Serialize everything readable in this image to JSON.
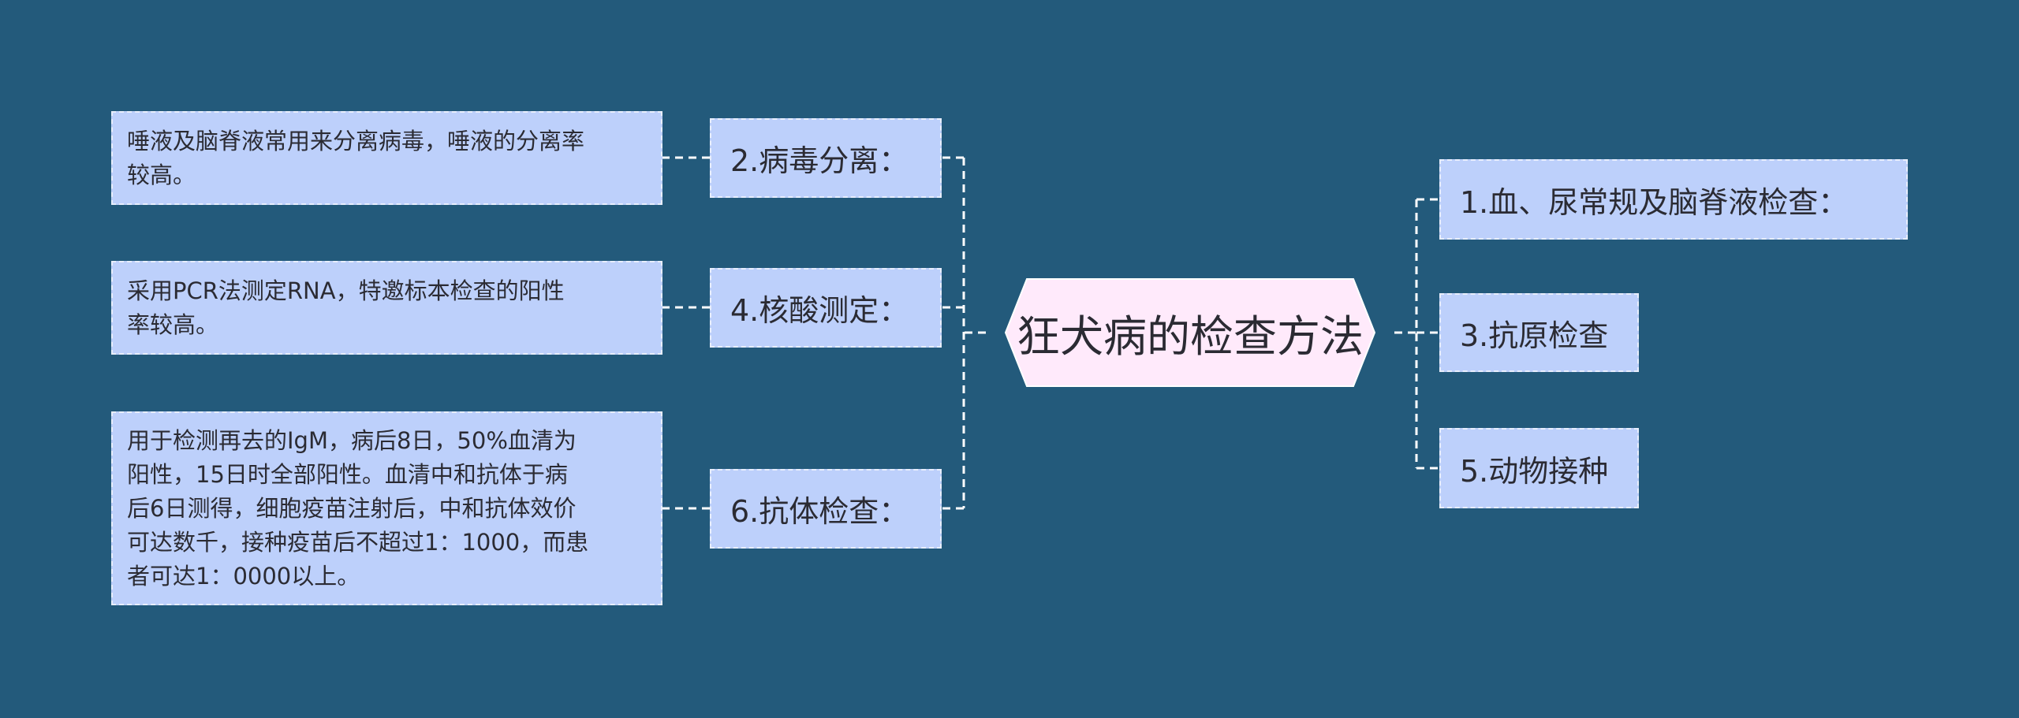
{
  "root": {
    "label": "狂犬病的检查方法"
  },
  "right_branches": [
    {
      "label": "1.血、尿常规及脑脊液检查："
    },
    {
      "label": "3.抗原检查"
    },
    {
      "label": "5.动物接种"
    }
  ],
  "left_branches": [
    {
      "label": "2.病毒分离：",
      "detail": [
        "唾液及脑脊液常用来分离病毒，唾液的分离率",
        "较高。"
      ]
    },
    {
      "label": "4.核酸测定：",
      "detail": [
        "采用PCR法测定RNA，特邀标本检查的阳性",
        "率较高。"
      ]
    },
    {
      "label": "6.抗体检查：",
      "detail": [
        "用于检测再去的IgM，病后8日，50%血清为",
        "阳性，15日时全部阳性。血清中和抗体于病",
        "后6日测得，细胞疫苗注射后，中和抗体效价",
        "可达数千，接种疫苗后不超过1：1000，而患",
        "者可达1：0000以上。"
      ]
    }
  ],
  "colors": {
    "background": "#235a7b",
    "node_fill": "#bdd0fb",
    "root_fill": "#ffeafb",
    "connector": "#ffffff"
  }
}
